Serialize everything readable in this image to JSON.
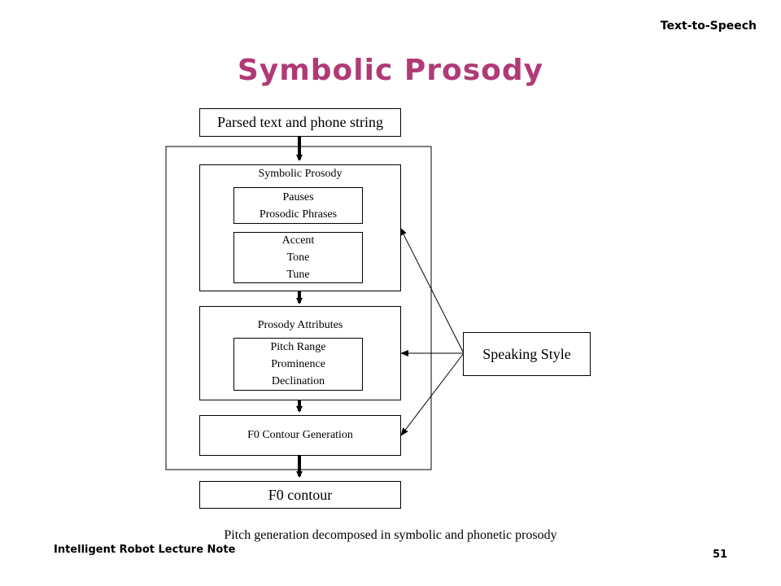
{
  "header": {
    "topic": "Text-to-Speech"
  },
  "slide": {
    "title": "Symbolic Prosody"
  },
  "diagram": {
    "input_box": "Parsed text and phone string",
    "symbolic_prosody": {
      "label": "Symbolic Prosody",
      "box1_lines": [
        "Pauses",
        "Prosodic Phrases"
      ],
      "box2_lines": [
        "Accent",
        "Tone",
        "Tune"
      ]
    },
    "prosody_attributes": {
      "label": "Prosody Attributes",
      "lines": [
        "Pitch Range",
        "Prominence",
        "Declination"
      ]
    },
    "f0_generation": "F0 Contour Generation",
    "output_box": "F0 contour",
    "speaking_style": "Speaking Style"
  },
  "caption": "Pitch generation decomposed in symbolic and phonetic prosody",
  "footer": {
    "course": "Intelligent Robot Lecture Note",
    "page_number": "51"
  }
}
